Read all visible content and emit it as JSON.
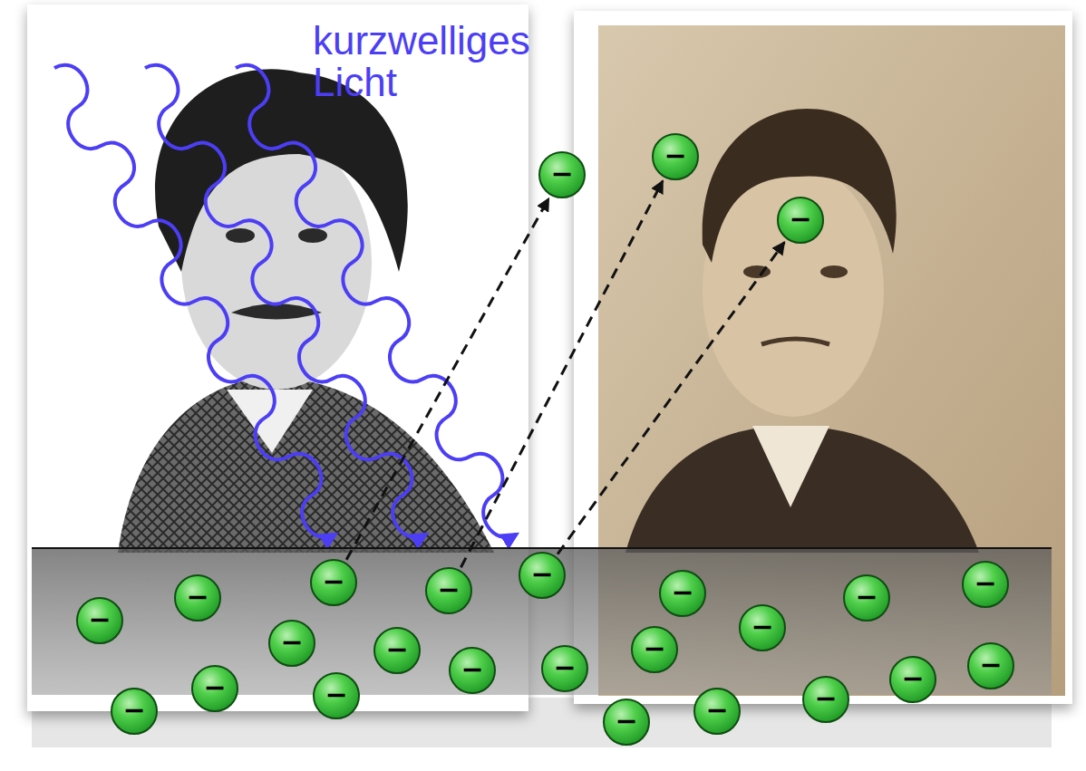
{
  "diagram": {
    "nodes": [
      {
        "text": [
          "−"
        ]
      },
      {
        "text": [
          "−"
        ]
      },
      {
        "text": [
          "−"
        ]
      },
      {
        "text": [
          "−"
        ]
      },
      {
        "text": [
          "−"
        ]
      },
      {
        "text": [
          "−"
        ]
      },
      {
        "text": [
          "−"
        ]
      },
      {
        "text": [
          "−"
        ]
      },
      {
        "text": [
          "−"
        ]
      },
      {
        "text": [
          "−"
        ]
      },
      {
        "text": [
          "−"
        ]
      },
      {
        "text": [
          "−"
        ]
      },
      {
        "text": [
          "−"
        ]
      },
      {
        "text": [
          "−"
        ]
      },
      {
        "text": [
          "−"
        ]
      },
      {
        "text": [
          "−"
        ]
      },
      {
        "text": [
          "−"
        ]
      },
      {
        "text": [
          "−"
        ]
      },
      {
        "text": [
          "−"
        ]
      },
      {
        "text": [
          "−"
        ]
      },
      {
        "text": [
          "−"
        ]
      },
      {
        "text": [
          "−"
        ]
      },
      {
        "text": [
          "−"
        ]
      },
      {
        "text": [
          "−"
        ]
      },
      {
        "text": [
          "−"
        ]
      }
    ],
    "edges": [
      {
        "from": 5,
        "to": 1,
        "arrow": "to"
      },
      {
        "from": 6,
        "to": 0,
        "arrow": "to"
      },
      {
        "from": 3,
        "to": 2,
        "arrow": "to"
      }
    ],
    "labels": [
      "kurzwelliges Licht"
    ]
  }
}
